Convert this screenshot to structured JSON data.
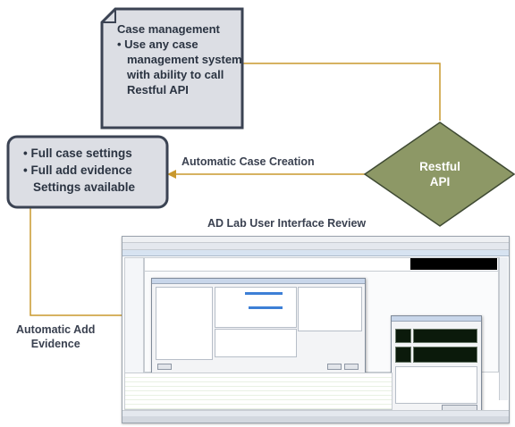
{
  "colors": {
    "box_fill": "#dcdee4",
    "box_border": "#3b4353",
    "connector": "#c9982d",
    "diamond_fill": "#8d9866",
    "diamond_border": "#3f4a33",
    "text_dark": "#2b3442",
    "text_light": "#ffffff"
  },
  "case_management": {
    "title": "Case management",
    "bullet_lines": [
      "• Use any case",
      "management system",
      "with ability to call",
      "Restful API"
    ]
  },
  "case_settings": {
    "lines": [
      "• Full case settings",
      "• Full add evidence",
      "Settings available"
    ]
  },
  "restful_api": {
    "lines": [
      "Restful",
      "API"
    ]
  },
  "labels": {
    "automatic_case_creation": "Automatic Case Creation",
    "ad_lab_review": "AD Lab User Interface Review",
    "automatic_add_evidence": [
      "Automatic Add",
      "Evidence"
    ]
  }
}
